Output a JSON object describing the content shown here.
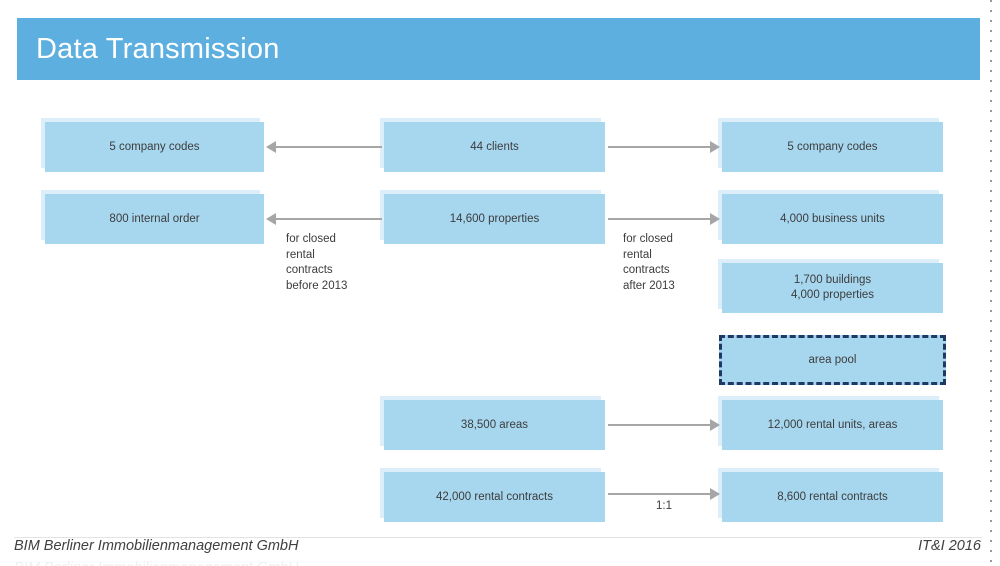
{
  "slide": {
    "title": "Data Transmission",
    "title_bar_color": "#5cafdf",
    "node_fill_color": "#a7d7ef",
    "node_shadow_color": "#dbeefa",
    "dashed_border_color": "#1f3864",
    "arrow_color": "#a6a6a6",
    "text_color": "#3c3c3c"
  },
  "nodes": {
    "left_company_codes": "5 company codes",
    "left_internal_order": "800 internal order",
    "mid_clients": "44 clients",
    "mid_properties": "14,600 properties",
    "mid_areas": "38,500 areas",
    "mid_rental_contracts": "42,000 rental contracts",
    "right_company_codes": "5 company codes",
    "right_business_units": "4,000 business units",
    "right_buildings_properties": "1,700 buildings\n4,000 properties",
    "right_area_pool": "area pool",
    "right_rental_units_areas": "12,000 rental units, areas",
    "right_rental_contracts": "8,600 rental contracts"
  },
  "annotations": {
    "before_2013": "for closed\nrental\ncontracts\nbefore 2013",
    "after_2013": "for closed\nrental\ncontracts\nafter 2013",
    "ratio_one_to_one": "1:1"
  },
  "footer": {
    "left": "BIM Berliner Immobilienmanagement GmbH",
    "right": "IT&I 2016"
  }
}
